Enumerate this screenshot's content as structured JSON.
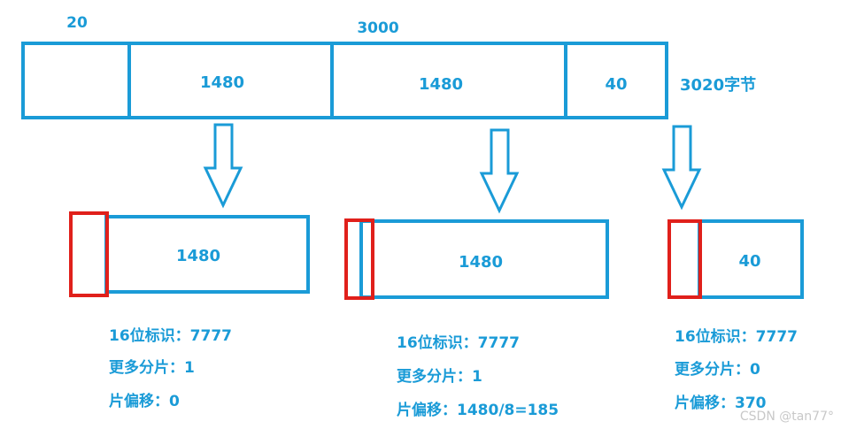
{
  "top": {
    "header_label": "20",
    "total_label": "3000",
    "seg1": "1480",
    "seg2": "1480",
    "seg3": "40",
    "size_label": "3020字节"
  },
  "fragments": [
    {
      "payload": "1480",
      "id_line": "16位标识：7777",
      "mf_line": "更多分片：1",
      "offset_line": "片偏移：0"
    },
    {
      "payload": "1480",
      "id_line": "16位标识：7777",
      "mf_line": "更多分片：1",
      "offset_line": "片偏移：1480/8=185"
    },
    {
      "payload": "40",
      "id_line": "16位标识：7777",
      "mf_line": "更多分片：0",
      "offset_line": "片偏移：370"
    }
  ],
  "watermark": "CSDN @tan77°",
  "colors": {
    "blue": "#1a9bd7",
    "red": "#e0201b"
  }
}
